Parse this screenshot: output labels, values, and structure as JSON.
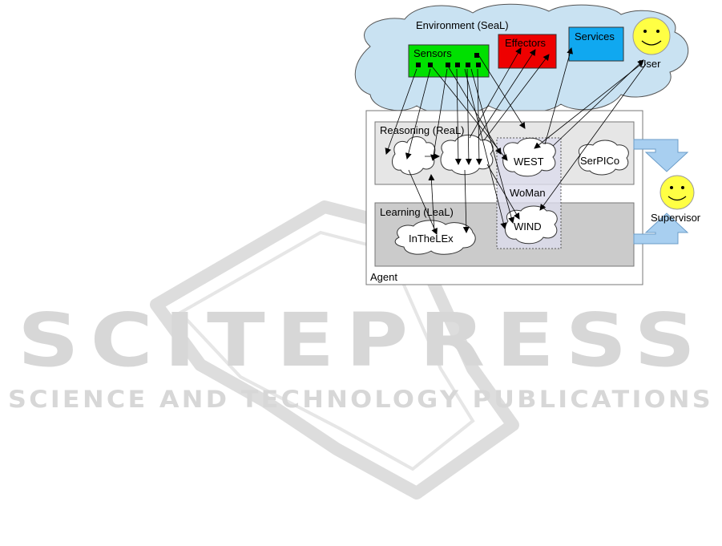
{
  "watermark": {
    "main": "SCITEPRESS",
    "sub": "SCIENCE AND TECHNOLOGY PUBLICATIONS",
    "color": "#d9d9d9"
  },
  "diagram": {
    "environment_label": "Environment (SeaL)",
    "sensors_label": "Sensors",
    "effectors_label": "Effectors",
    "services_label": "Services",
    "user_label": "User",
    "agent_label": "Agent",
    "reasoning_label": "Reasoning (ReaL)",
    "learning_label": "Learning (LeaL)",
    "west_label": "WEST",
    "serpico_label": "SerPICo",
    "woman_label": "WoMan",
    "wind_label": "WIND",
    "inthelex_label": "InTheLEx",
    "supervisor_label": "Supervisor",
    "colors": {
      "cloud": "#c9e2f2",
      "sensors": "#00e000",
      "effectors": "#ee0000",
      "services": "#10a8f0",
      "smiley": "#ffff44",
      "reasoning_bg": "#e6e6e6",
      "learning_bg": "#cbcbcb",
      "woman_bg": "#dcdcec",
      "arrow_fill": "#a8cff0"
    }
  }
}
